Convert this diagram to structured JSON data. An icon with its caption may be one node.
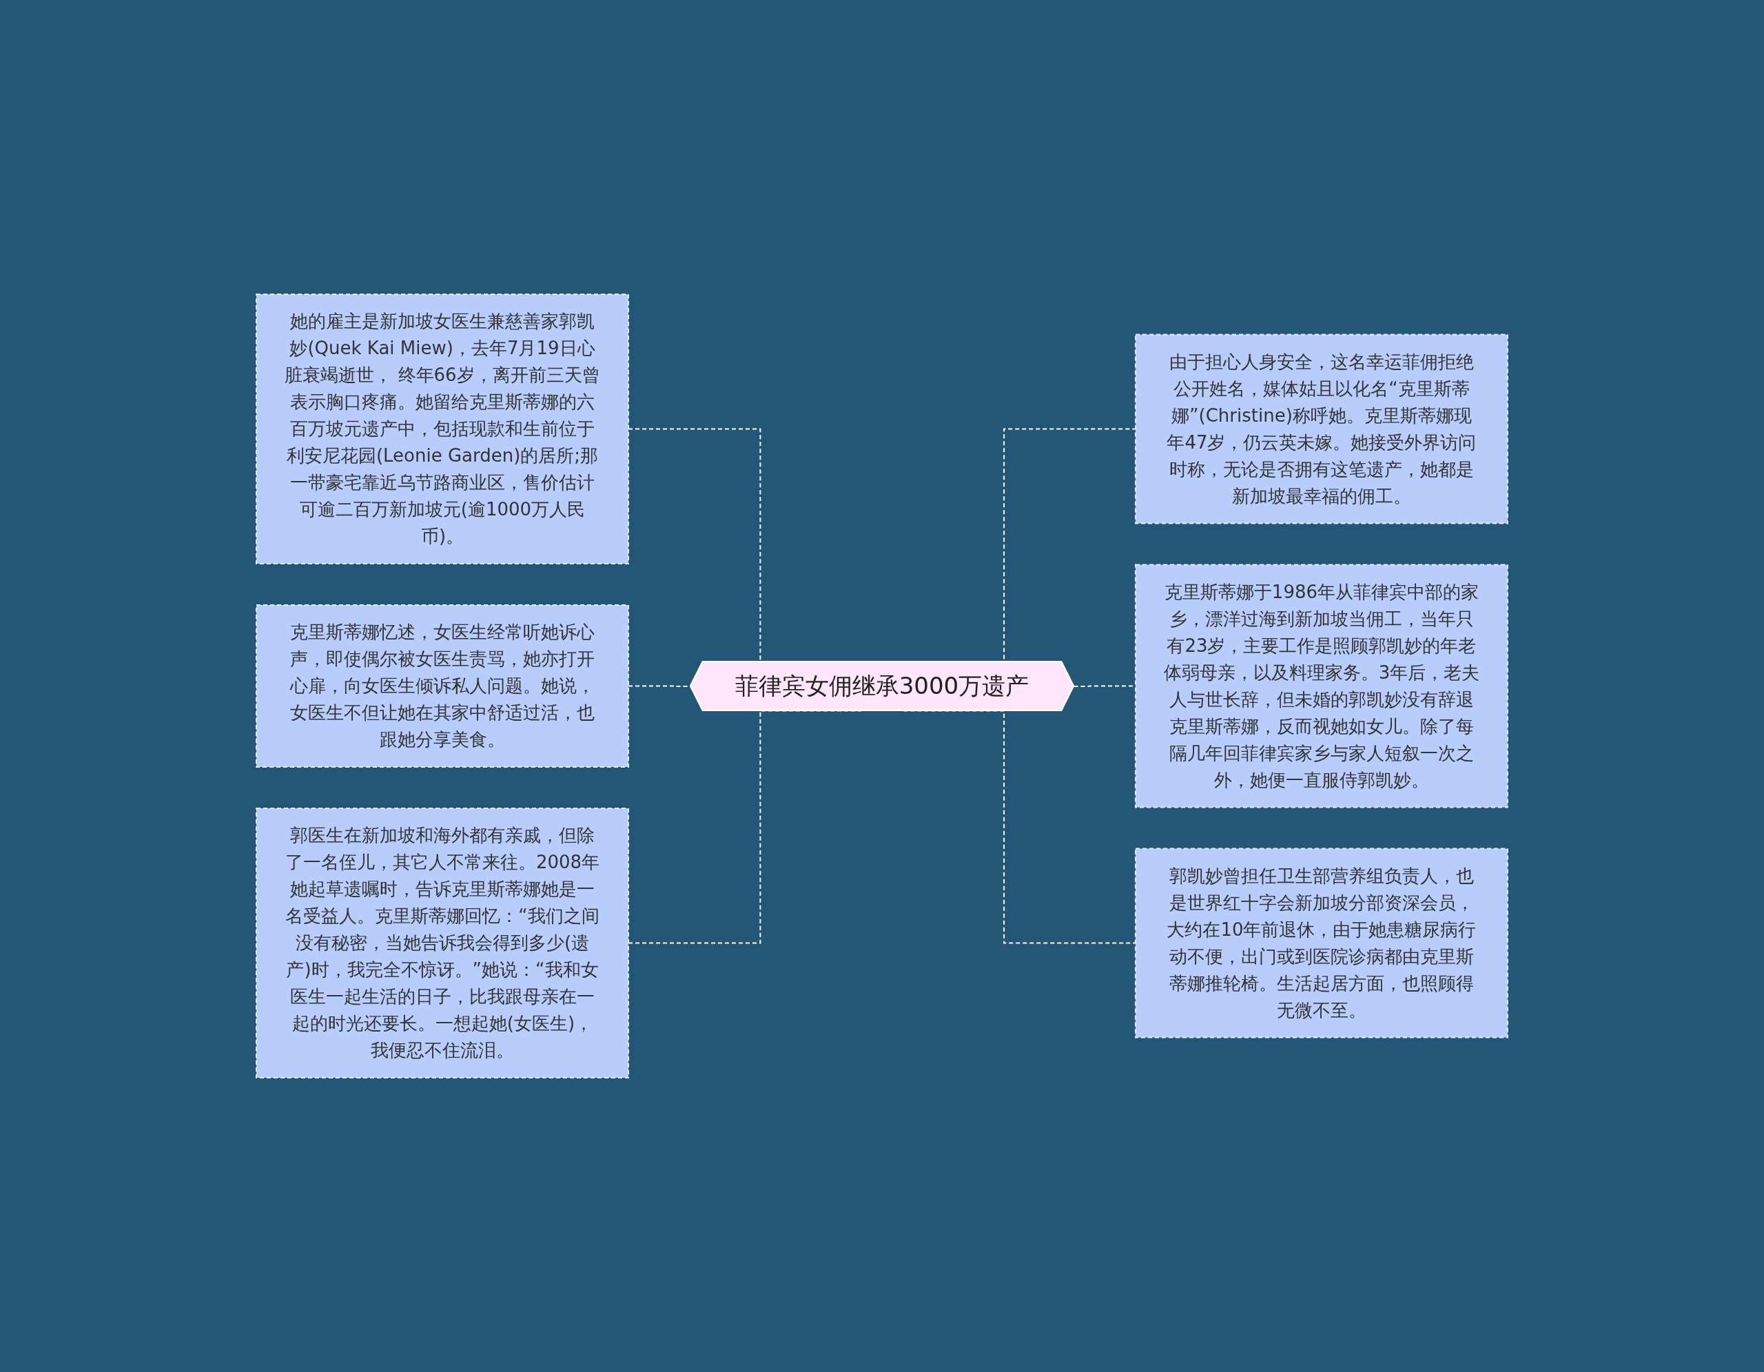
{
  "diagram": {
    "nodes": [
      {
        "text": [
          "菲律宾女佣继承3000万遗产"
        ]
      },
      {
        "text": [
          "她的雇主是新加坡女医生兼慈善家郭凯妙(Quek Kai Miew)，去年7月19日心脏衰竭逝世， 终年66岁，离开前三天曾表示胸口疼痛。她留给克里斯蒂娜的六百万坡元遗产中，包括现款和生前位于利安尼花园(Leonie Garden)的居所;那一带豪宅靠近乌节路商业区，售价估计可逾二百万新加坡元(逾1000万人民币)。"
        ]
      },
      {
        "text": [
          "克里斯蒂娜忆述，女医生经常听她诉心声，即使偶尔被女医生责骂，她亦打开心扉，向女医生倾诉私人问题。她说，女医生不但让她在其家中舒适过活，也跟她分享美食。"
        ]
      },
      {
        "text": [
          "郭医生在新加坡和海外都有亲戚，但除了一名侄儿，其它人不常来往。2008年她起草遗嘱时，告诉克里斯蒂娜她是一名受益人。克里斯蒂娜回忆：“我们之间没有秘密，当她告诉我会得到多少(遗产)时，我完全不惊讶。”她说：“我和女医生一起生活的日子，比我跟母亲在一起的时光还要长。一想起她(女医生)，我便忍不住流泪。"
        ]
      },
      {
        "text": [
          "由于担心人身安全，这名幸运菲佣拒绝公开姓名，媒体姑且以化名“克里斯蒂娜”(Christine)称呼她。克里斯蒂娜现年47岁，仍云英未嫁。她接受外界访问时称，无论是否拥有这笔遗产，她都是新加坡最幸福的佣工。"
        ]
      },
      {
        "text": [
          "克里斯蒂娜于1986年从菲律宾中部的家乡，漂洋过海到新加坡当佣工，当年只有23岁，主要工作是照顾郭凯妙的年老体弱母亲，以及料理家务。3年后，老夫人与世长辞，但未婚的郭凯妙没有辞退克里斯蒂娜，反而视她如女儿。除了每隔几年回菲律宾家乡与家人短叙一次之外，她便一直服侍郭凯妙。"
        ]
      },
      {
        "text": [
          "郭凯妙曾担任卫生部营养组负责人，也是世界红十字会新加坡分部资深会员，大约在10年前退休，由于她患糖尿病行动不便，出门或到医院诊病都由克里斯蒂娜推轮椅。生活起居方面，也照顾得无微不至。"
        ]
      }
    ],
    "edges": [
      {
        "from": 1,
        "to": 0,
        "arrow": "none",
        "style": "dashed"
      },
      {
        "from": 2,
        "to": 0,
        "arrow": "none",
        "style": "dashed"
      },
      {
        "from": 3,
        "to": 0,
        "arrow": "none",
        "style": "dashed"
      },
      {
        "from": 0,
        "to": 4,
        "arrow": "none",
        "style": "dashed"
      },
      {
        "from": 0,
        "to": 5,
        "arrow": "none",
        "style": "dashed"
      },
      {
        "from": 0,
        "to": 6,
        "arrow": "none",
        "style": "dashed"
      }
    ]
  }
}
